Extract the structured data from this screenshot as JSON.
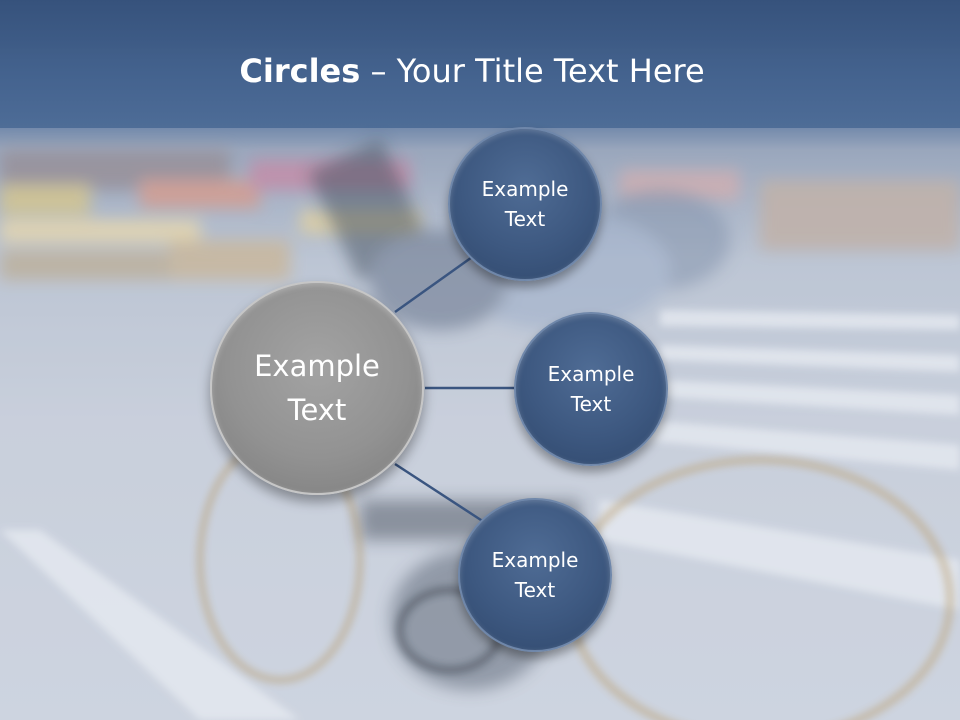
{
  "title": {
    "bold": "Circles",
    "rest": " – Your Title Text Here"
  },
  "diagram": {
    "center": {
      "label": "Example Text"
    },
    "nodes": [
      {
        "label": "Example Text"
      },
      {
        "label": "Example Text"
      },
      {
        "label": "Example Text"
      }
    ]
  },
  "colors": {
    "header": "#3d5a80",
    "node_fill": "#3d5880",
    "center_fill": "#929292",
    "connector": "#3a5580",
    "text": "#ffffff"
  },
  "background": {
    "image": "blurred-cyclist-photo"
  }
}
